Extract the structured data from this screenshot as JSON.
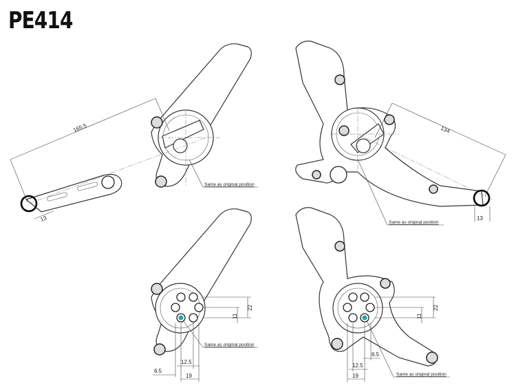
{
  "title": "PE414",
  "views": [
    {
      "name": "top-left",
      "dims": {
        "length": "165.5",
        "peg_offset": "13"
      },
      "note": "Same as original position"
    },
    {
      "name": "top-right",
      "dims": {
        "length": "134",
        "peg_offset": "13"
      },
      "note": "Same as original position"
    },
    {
      "name": "bottom-left",
      "dims": {
        "v_outer": "22",
        "v_inner": "11",
        "h_inner": "12.5",
        "h_outer": "19",
        "h_offset": "6.5"
      },
      "note": "Same as original position"
    },
    {
      "name": "bottom-right",
      "dims": {
        "v_outer": "22",
        "v_inner": "11",
        "h_inner": "12.5",
        "h_outer": "19",
        "h_offset": "6.5"
      },
      "note": "Same as original position"
    }
  ],
  "colors": {
    "highlight_hole": "#2fa3a0"
  }
}
